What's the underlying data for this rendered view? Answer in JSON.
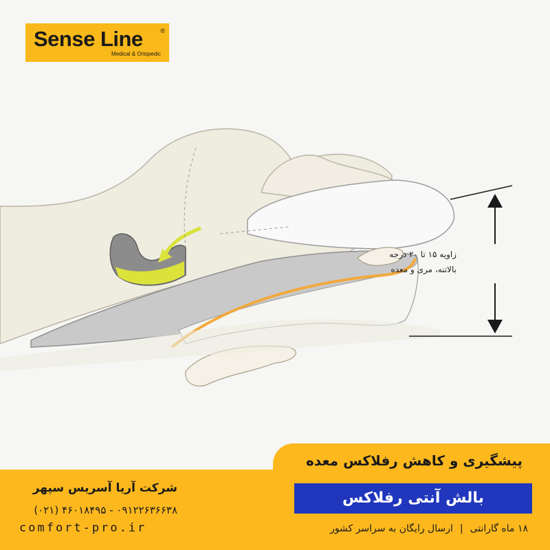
{
  "logo": {
    "brand": "Sense Line",
    "registered": "®",
    "tagline": "Medical & Ortopedic"
  },
  "illustration": {
    "subject": "person-sleeping-on-anti-reflux-wedge-pillow",
    "angle_line1": "زاویه ۱۵ تا ۲۰ درجه",
    "angle_line2": "بالاتنه، مری و معده"
  },
  "footer": {
    "headline": "پیشگیری و کاهش رفلاکس معده",
    "product_name": "بالش آنتی رفلاکس",
    "features": [
      "۱۸ ماه گارانتی",
      "ارسال رایگان به سراسر کشور"
    ],
    "separator": "|",
    "company": "شرکت آریا آسریس سپهر",
    "phone": "۰۹۱۲۲۶۳۶۶۳۸ - ۴۶۰۱۸۴۹۵ (۰۲۱)",
    "website": "comfort-pro.ir"
  },
  "colors": {
    "accent_yellow": "#fdb81e",
    "product_blue": "#2036bd",
    "background": "#f6f6f4",
    "pillow_gray": "#c9c9c9",
    "pillow_orange": "#f2a93b",
    "stomach_highlight": "#dbe23a"
  }
}
